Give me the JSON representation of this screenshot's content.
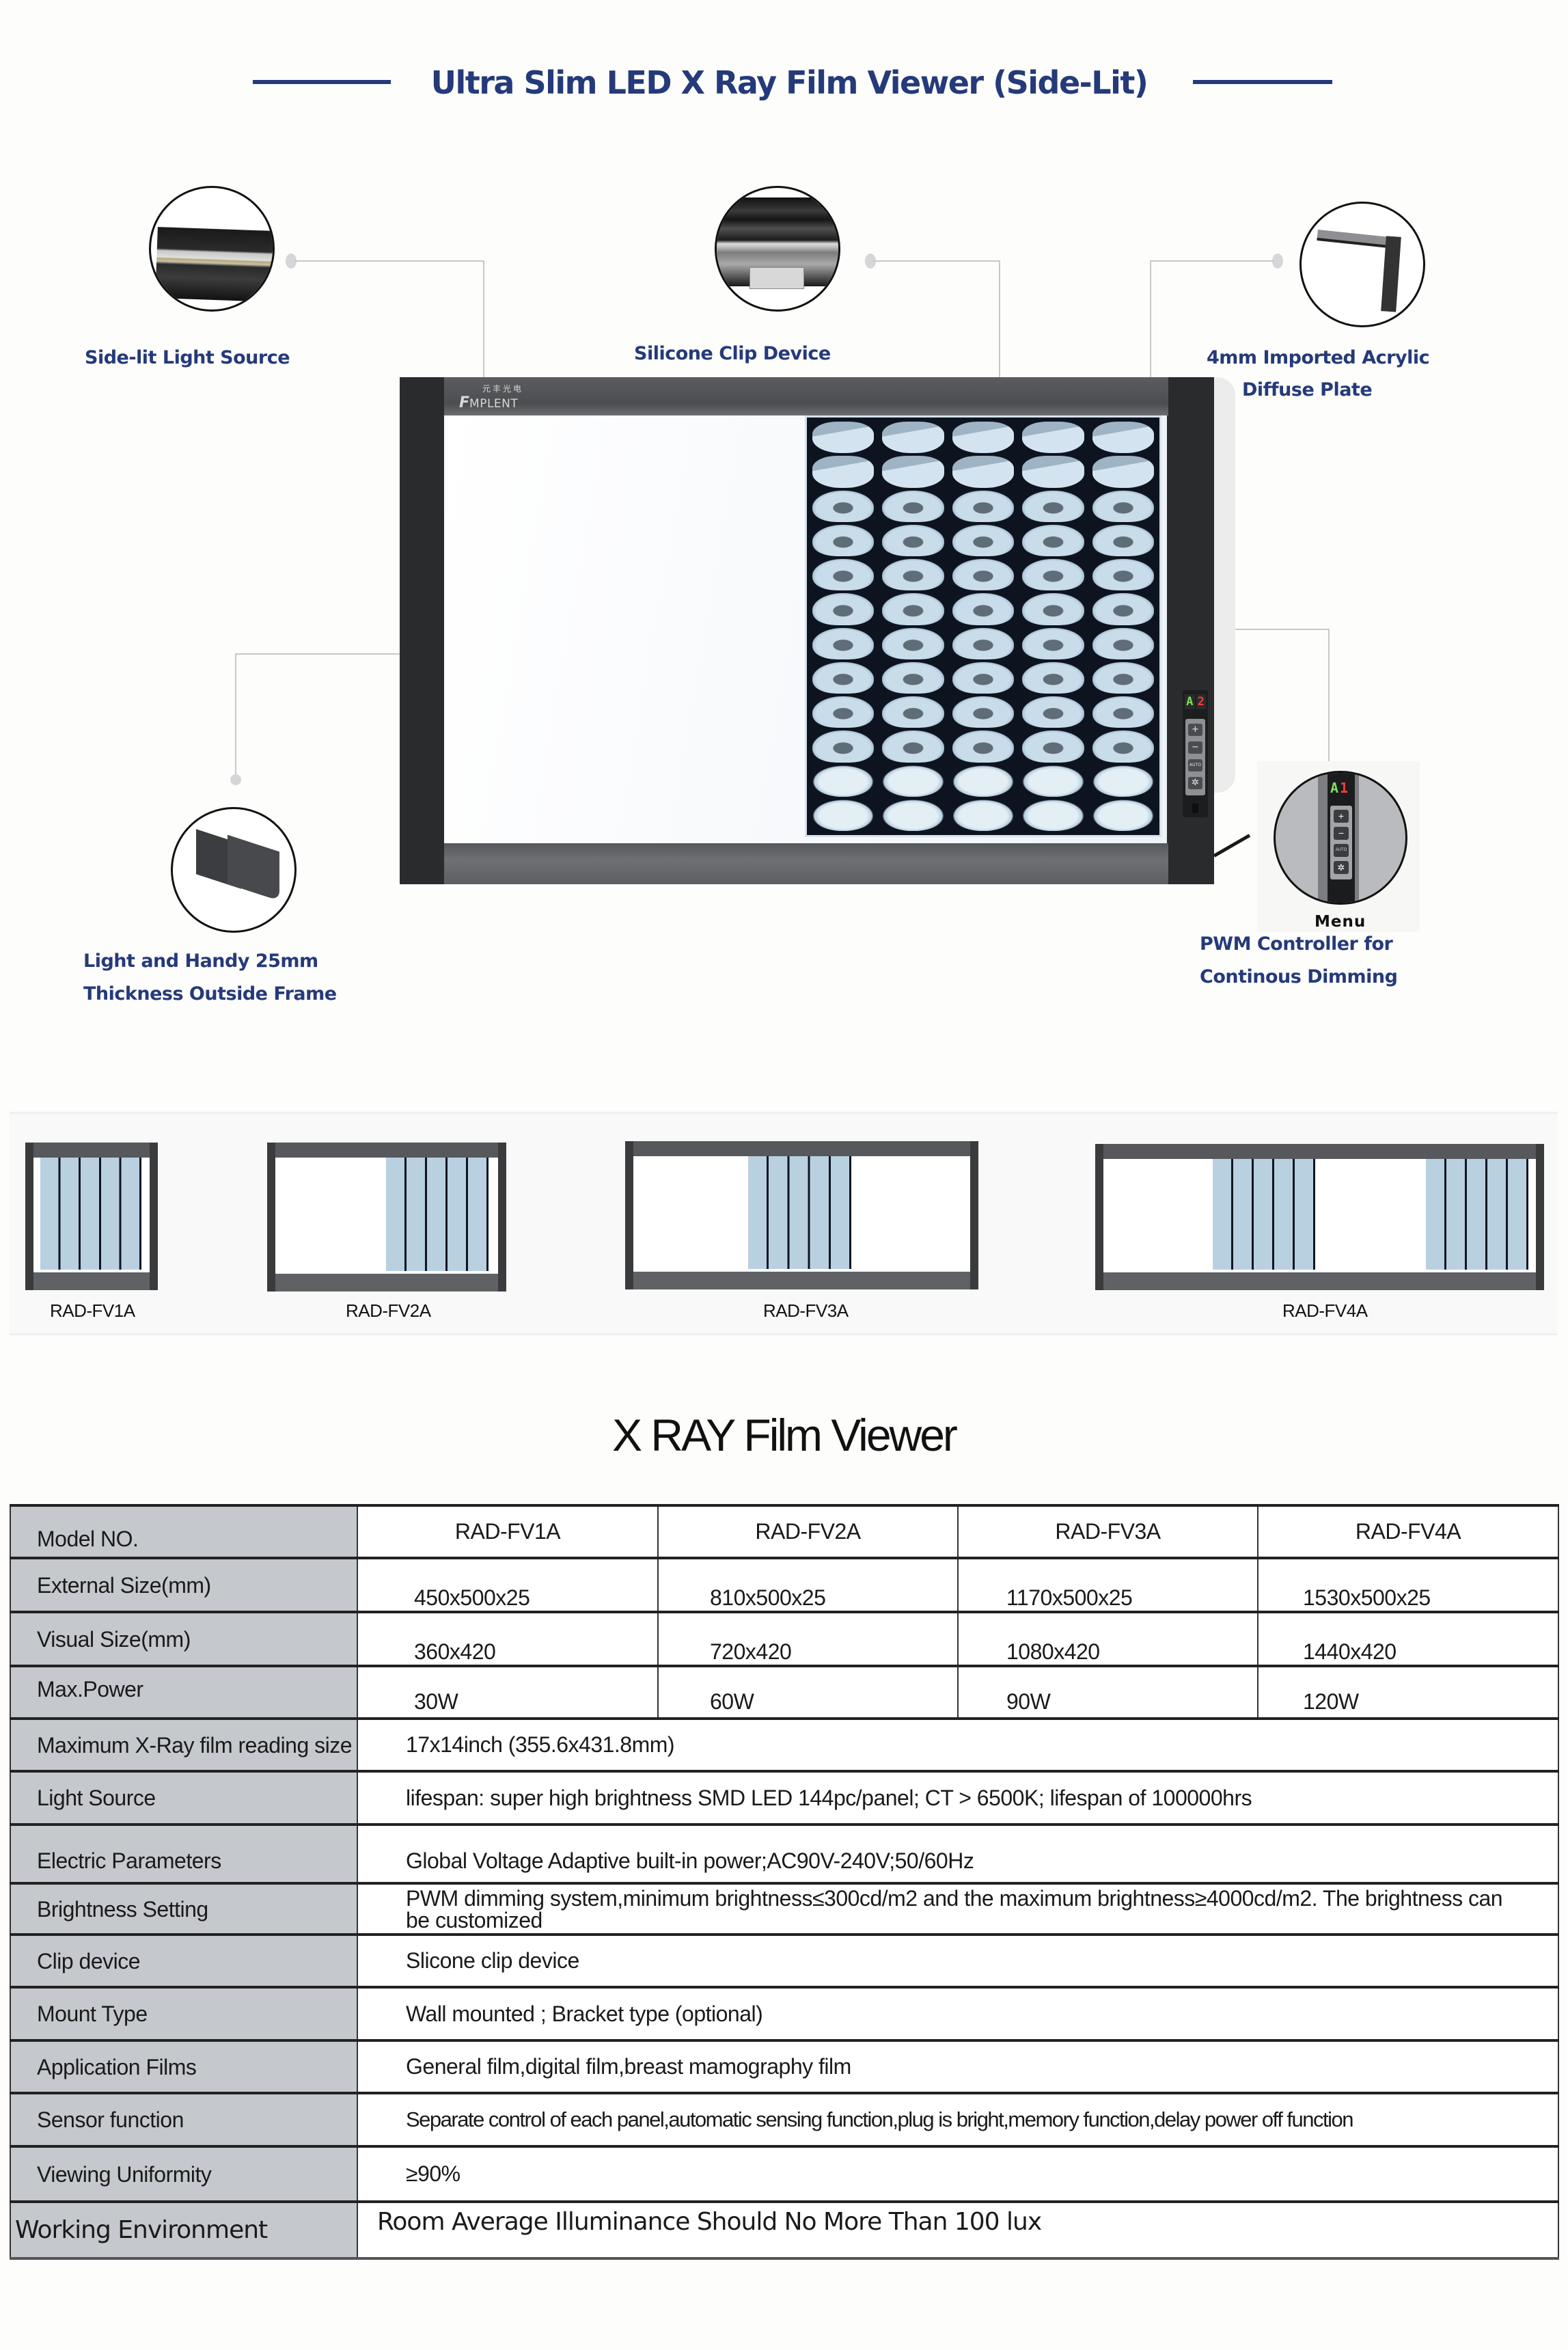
{
  "header": {
    "title": "Ultra Slim LED X Ray Film Viewer (Side-Lit)",
    "accent_color": "#253a7a"
  },
  "features": [
    {
      "id": "side-lit",
      "label": "Side-lit Light Source",
      "icon": "led-strip-icon"
    },
    {
      "id": "clip",
      "label": "Silicone Clip Device",
      "icon": "silicone-clip-icon"
    },
    {
      "id": "acrylic",
      "label_line1": "4mm Imported Acrylic",
      "label_line2": "Diffuse Plate",
      "icon": "acrylic-corner-icon"
    },
    {
      "id": "frame",
      "label_line1": "Light and Handy 25mm",
      "label_line2": "Thickness Outside Frame",
      "icon": "frame-corner-icon"
    },
    {
      "id": "pwm",
      "caption": "Menu",
      "label_line1": "PWM Controller for",
      "label_line2": "Continous Dimming",
      "icon": "control-panel-icon"
    }
  ],
  "viewer": {
    "logo_cn": "元丰光电",
    "logo_mark": "F",
    "logo_brand": "MPLENT",
    "display_left": "A",
    "display_right": "2",
    "display_left_color": "#7fe05a",
    "display_right_color": "#ff3b3b",
    "buttons": [
      "+",
      "−",
      "AUTO",
      "✲"
    ],
    "zoom_display_left": "A",
    "zoom_display_right": "1"
  },
  "models": [
    {
      "name": "RAD-FV1A"
    },
    {
      "name": "RAD-FV2A"
    },
    {
      "name": "RAD-FV3A"
    },
    {
      "name": "RAD-FV4A"
    }
  ],
  "table": {
    "title": "X RAY Film Viewer",
    "header_label": "Model NO.",
    "columns": [
      "RAD-FV1A",
      "RAD-FV2A",
      "RAD-FV3A",
      "RAD-FV4A"
    ],
    "per_model_rows": [
      {
        "label": "External Size(mm)",
        "values": [
          "450x500x25",
          "810x500x25",
          "1170x500x25",
          "1530x500x25"
        ]
      },
      {
        "label": "Visual Size(mm)",
        "values": [
          "360x420",
          "720x420",
          "1080x420",
          "1440x420"
        ]
      },
      {
        "label": "Max.Power",
        "values": [
          "30W",
          "60W",
          "90W",
          "120W"
        ]
      }
    ],
    "shared_rows": [
      {
        "label": "Maximum X-Ray film reading size",
        "value": "17x14inch (355.6x431.8mm)"
      },
      {
        "label": "Light Source",
        "value": "lifespan: super high brightness SMD LED 144pc/panel; CT > 6500K; lifespan of 100000hrs"
      },
      {
        "label": "Electric Parameters",
        "value": "Global Voltage Adaptive built-in power;AC90V-240V;50/60Hz"
      },
      {
        "label": "Brightness Setting",
        "value": "PWM dimming system,minimum brightness≤300cd/m2 and the maximum brightness≥4000cd/m2. The brightness can be customized"
      },
      {
        "label": "Clip device",
        "value": "Slicone clip device"
      },
      {
        "label": "Mount Type",
        "value": "Wall mounted ; Bracket type (optional)"
      },
      {
        "label": "Application Films",
        "value": "General film,digital film,breast mamography film"
      },
      {
        "label": "Sensor function",
        "value": "Separate control of each panel,automatic sensing function,plug is bright,memory function,delay power off function"
      },
      {
        "label": "Viewing Uniformity",
        "value": "≥90%"
      },
      {
        "label": "Working Environment",
        "value": "Room Average Illuminance Should No More Than 100 lux"
      }
    ]
  }
}
